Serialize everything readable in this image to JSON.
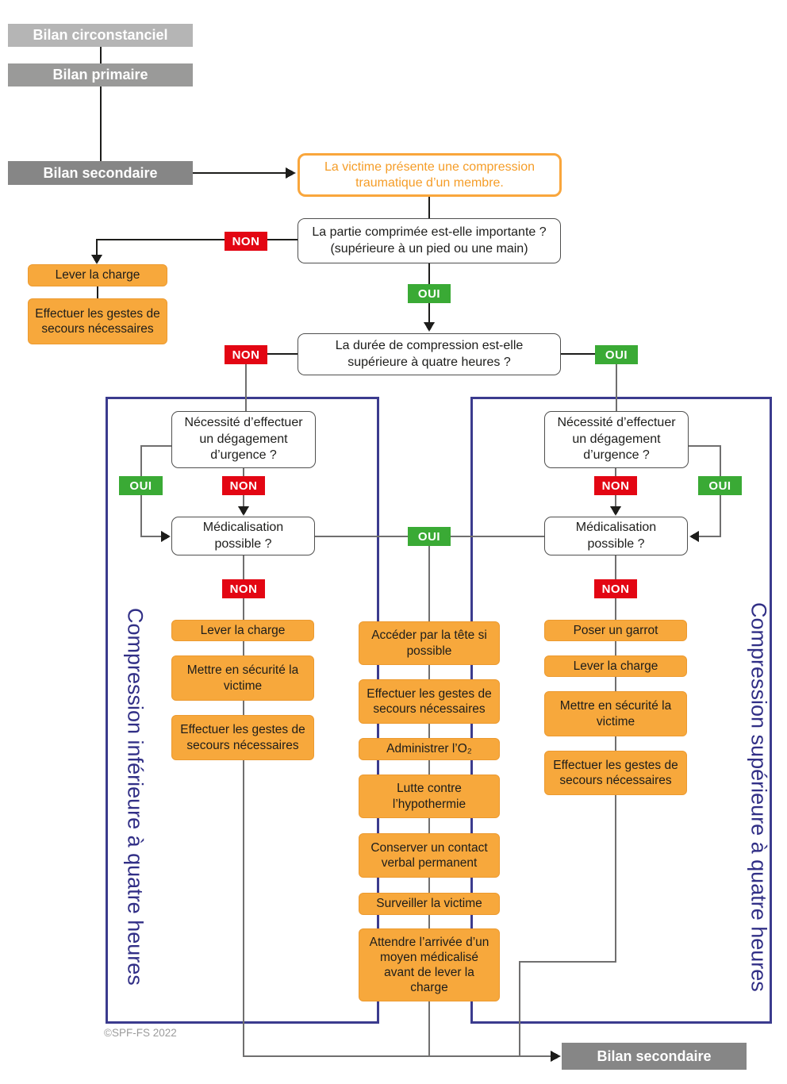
{
  "colors": {
    "orange_fill": "#F7A83C",
    "orange_outline": "#F9A63C",
    "red": "#E30613",
    "green": "#3AAA35",
    "panel_blue": "#3B3B8E",
    "gray_light": "#B5B5B5",
    "gray_mid": "#9A9A99",
    "gray_dark": "#868686",
    "line_dark": "#1D1D1B",
    "line_gray": "#706F6F"
  },
  "bilan": {
    "circonstanciel": "Bilan circonstanciel",
    "primaire": "Bilan primaire",
    "secondaire": "Bilan secondaire",
    "secondaire_final": "Bilan secondaire"
  },
  "start": {
    "line1": "La victime présente une compression",
    "line2": "traumatique d’un membre."
  },
  "q_partie": {
    "line1": "La partie comprimée est-elle importante ?",
    "line2": "(supérieure à un pied ou une main)"
  },
  "q_duree": {
    "line1": "La durée de compression est-elle",
    "line2": "supérieure à quatre heures ?"
  },
  "q_degagement": {
    "line1": "Nécessité d’effectuer",
    "line2": "un dégagement",
    "line3": "d’urgence ?"
  },
  "q_medicalisation": {
    "line1": "Médicalisation",
    "line2": "possible ?"
  },
  "labels": {
    "oui": "OUI",
    "non": "NON"
  },
  "branch_non_importante": {
    "a1": "Lever la charge",
    "a2": "Effectuer les gestes de secours nécessaires"
  },
  "panel_left": {
    "title": "Compression inférieure à quatre heures",
    "actions": [
      "Lever la charge",
      "Mettre en sécurité la victime",
      "Effectuer les gestes de secours nécessaires"
    ]
  },
  "center": {
    "actions": [
      "Accéder par la tête si possible",
      "Effectuer les gestes de secours nécessaires",
      "Administrer l’O₂",
      "Lutte contre l’hypothermie",
      "Conserver un contact verbal permanent",
      "Surveiller la victime",
      "Attendre l’arrivée d’un moyen médicalisé avant de lever la charge"
    ]
  },
  "panel_right": {
    "title": "Compression supérieure à quatre heures",
    "actions": [
      "Poser un garrot",
      "Lever la charge",
      "Mettre en sécurité la victime",
      "Effectuer les gestes de secours nécessaires"
    ]
  },
  "footer": {
    "copyright": "©SPF-FS 2022"
  }
}
